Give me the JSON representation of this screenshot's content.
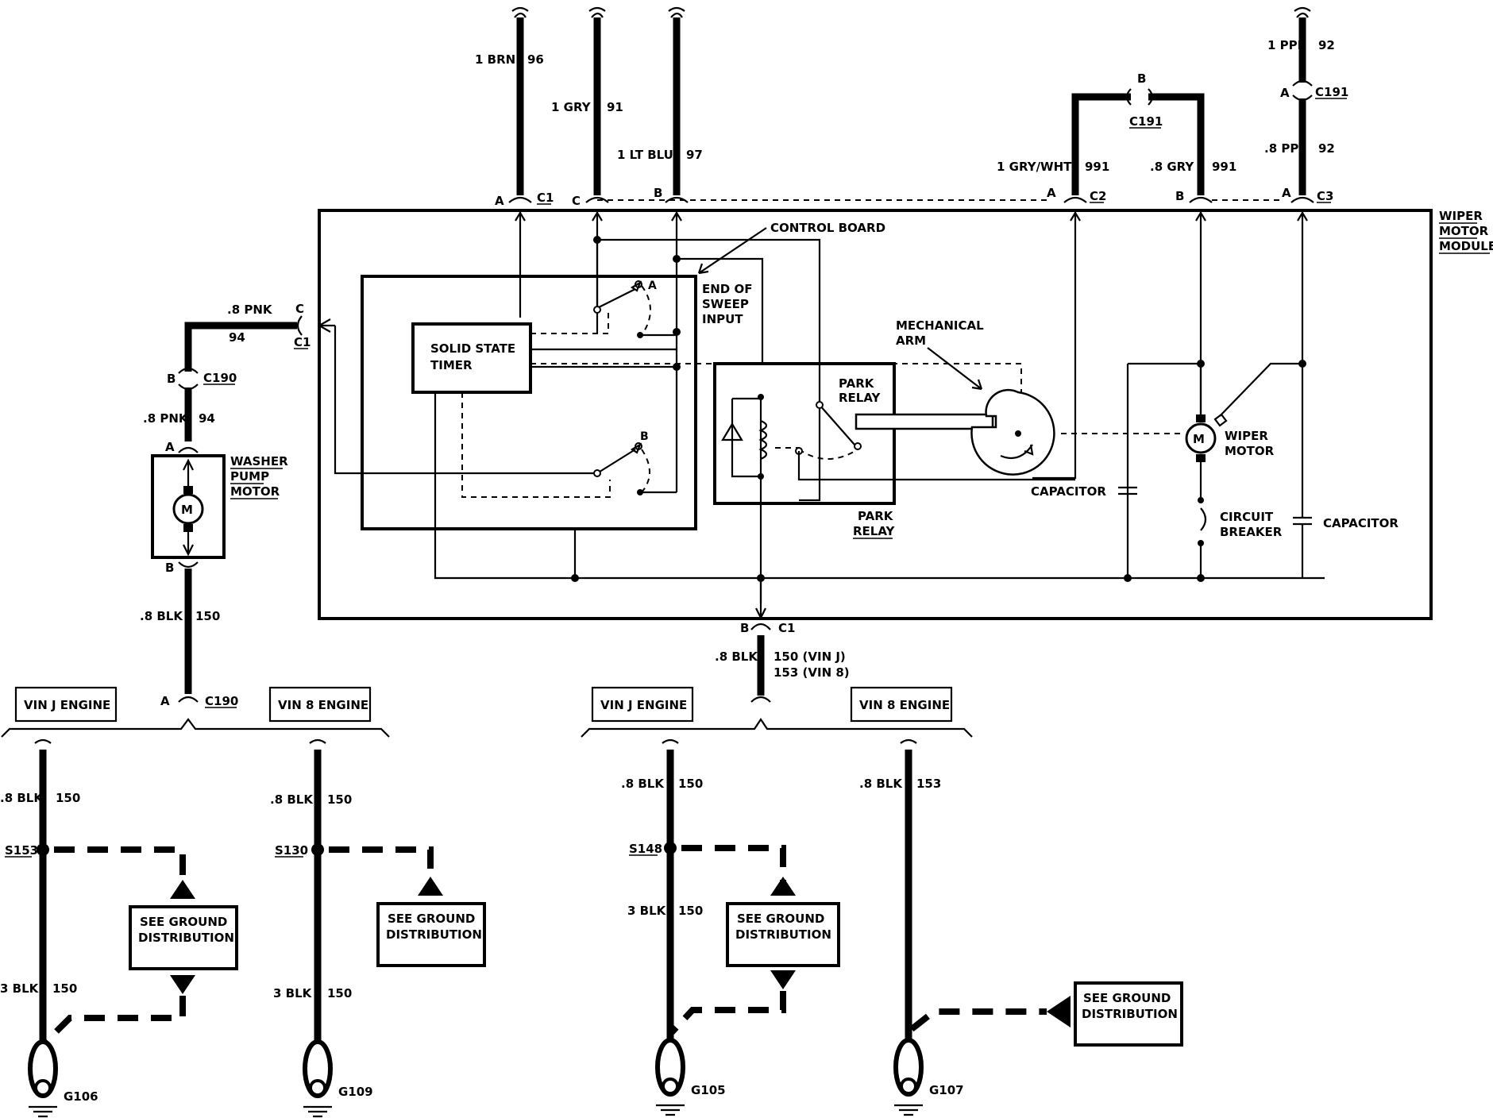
{
  "module": {
    "title_lines": [
      "WIPER",
      "MOTOR",
      "MODULE"
    ],
    "control_board": "CONTROL BOARD",
    "solid_state_timer_lines": [
      "SOLID STATE",
      "TIMER"
    ],
    "end_of_sweep_lines": [
      "END OF",
      "SWEEP",
      "INPUT"
    ],
    "park_relay_inner_lines": [
      "PARK",
      "RELAY"
    ],
    "park_relay_outer_lines": [
      "PARK",
      "RELAY"
    ],
    "mechanical_arm_lines": [
      "MECHANICAL",
      "ARM"
    ],
    "wiper_motor_lines": [
      "WIPER",
      "MOTOR"
    ],
    "circuit_breaker_lines": [
      "CIRCUIT",
      "BREAKER"
    ],
    "capacitor_left": "CAPACITOR",
    "capacitor_right": "CAPACITOR",
    "motor_symbol": "M",
    "switch_a": "A",
    "switch_b": "B"
  },
  "top_wires": [
    {
      "gauge": "1 BRN",
      "circuit": "96",
      "pin": "A",
      "connector": "C1"
    },
    {
      "gauge": "1 GRY",
      "circuit": "91",
      "pin": "C",
      "connector": ""
    },
    {
      "gauge": "1 LT BLU",
      "circuit": "97",
      "pin": "B",
      "connector": ""
    },
    {
      "gauge": "1 GRY/WHT",
      "circuit": "991",
      "pin": "A",
      "connector": "C2"
    },
    {
      "gauge": ".8 GRY",
      "circuit": "991",
      "pin": "B",
      "connector": ""
    },
    {
      "gauge": ".8 PPL",
      "circuit": "92",
      "pin": "A",
      "connector": "C3"
    }
  ],
  "c191_loop": {
    "pin": "B",
    "connector": "C191"
  },
  "ppl_top": {
    "gauge": "1 PPL",
    "circuit": "92",
    "pin": "A",
    "connector": "C191"
  },
  "washer": {
    "pin_c": "C",
    "connector_c1": "C1",
    "wire1_gauge": ".8 PNK",
    "wire1_circuit": "94",
    "c190_pin_b": "B",
    "c190": "C190",
    "wire2_gauge": ".8 PNK",
    "wire2_circuit": "94",
    "motor_pin_a": "A",
    "motor_pin_b": "B",
    "motor_label_lines": [
      "WASHER",
      "PUMP",
      "MOTOR"
    ],
    "motor_symbol": "M",
    "wire3_gauge": ".8 BLK",
    "wire3_circuit": "150",
    "c190_pin_a": "A",
    "c190_bottom": "C190"
  },
  "module_ground": {
    "pin": "B",
    "connector": "C1",
    "gauge": ".8 BLK",
    "circuit_line1": "150 (VIN J)",
    "circuit_line2": "153 (VIN 8)"
  },
  "engine_labels": {
    "left_j": "VIN J ENGINE",
    "left_8": "VIN 8 ENGINE",
    "right_j": "VIN J ENGINE",
    "right_8": "VIN 8 ENGINE"
  },
  "grounds": [
    {
      "top_gauge": ".8 BLK",
      "top_circuit": "150",
      "splice": "S153",
      "box_lines": [
        "SEE GROUND",
        "DISTRIBUTION"
      ],
      "bottom_gauge": "3 BLK",
      "bottom_circuit": "150",
      "ground": "G106"
    },
    {
      "top_gauge": ".8 BLK",
      "top_circuit": "150",
      "splice": "S130",
      "box_lines": [
        "SEE GROUND",
        "DISTRIBUTION"
      ],
      "bottom_gauge": "3 BLK",
      "bottom_circuit": "150",
      "ground": "G109"
    },
    {
      "top_gauge": ".8 BLK",
      "top_circuit": "150",
      "splice": "S148",
      "box_lines": [
        "SEE GROUND",
        "DISTRIBUTION"
      ],
      "bottom_gauge": "3 BLK",
      "bottom_circuit": "150",
      "ground": "G105"
    },
    {
      "top_gauge": ".8 BLK",
      "top_circuit": "153",
      "splice": "",
      "box_lines": [
        "SEE GROUND",
        "DISTRIBUTION"
      ],
      "bottom_gauge": "",
      "bottom_circuit": "",
      "ground": "G107"
    }
  ]
}
